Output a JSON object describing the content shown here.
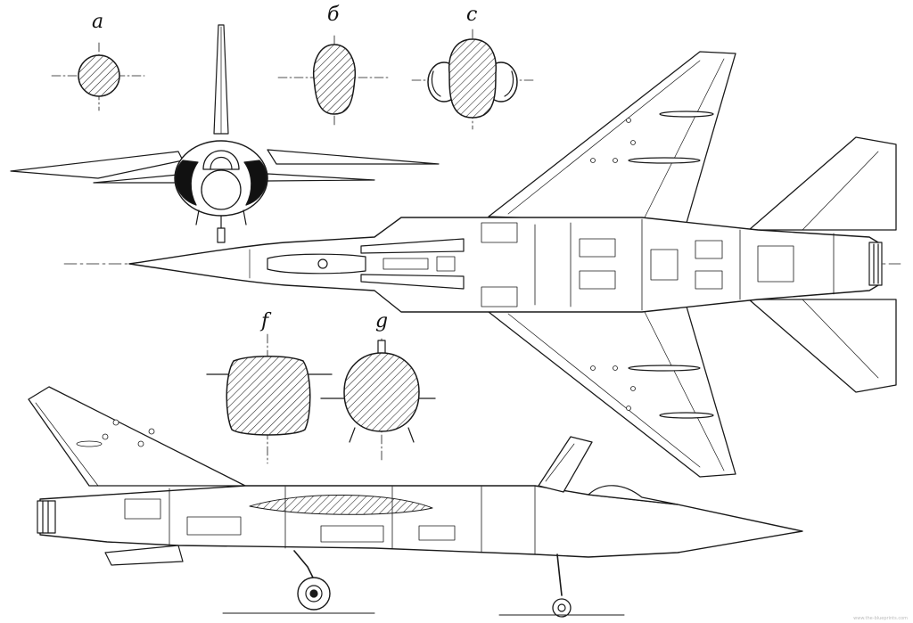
{
  "section_labels": {
    "a": "a",
    "b": "б",
    "c": "c",
    "f": "f",
    "g": "g"
  },
  "watermark": "www.the-blueprints.com",
  "colors": {
    "ink": "#1a1a1a",
    "paper": "#ffffff",
    "hatch": "#222222"
  }
}
